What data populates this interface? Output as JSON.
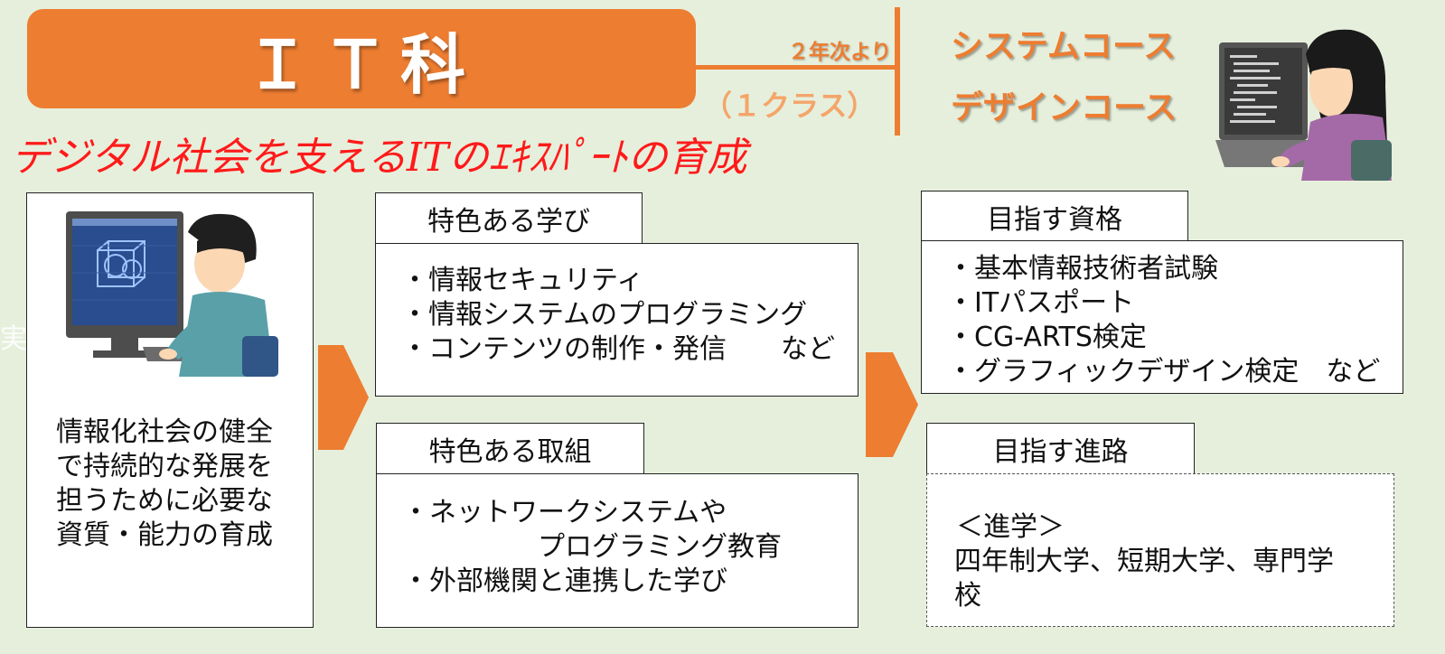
{
  "header": {
    "department_title": "ＩＴ科",
    "year_note": "２年次より",
    "class_count": "（１クラス）",
    "courses": [
      "システムコース",
      "デザインコース"
    ]
  },
  "subtitle": "デジタル社会を支えるITのｴｷｽﾊﾟｰﾄの育成",
  "ghost_text": "実習",
  "left_panel": {
    "description_lines": [
      "情報化社会の健全",
      "で持続的な発展を",
      "担うために必要な",
      "資質・能力の育成"
    ]
  },
  "features_learning": {
    "heading": "特色ある学び",
    "items": [
      "・情報セキュリティ",
      "・情報システムのプログラミング",
      "・コンテンツの制作・発信　　など"
    ]
  },
  "features_initiatives": {
    "heading": "特色ある取組",
    "items": [
      "・ネットワークシステムや",
      "　　　　　プログラミング教育",
      "・外部機関と連携した学び"
    ]
  },
  "target_qualifications": {
    "heading": "目指す資格",
    "items": [
      "・基本情報技術者試験",
      "・ITパスポート",
      "・CG-ARTS検定",
      "・グラフィックデザイン検定　など"
    ]
  },
  "target_career": {
    "heading": "目指す進路",
    "category": "＜進学＞",
    "lines": [
      "四年制大学、短期大学、専門学",
      "校"
    ]
  },
  "colors": {
    "accent": "#ed7d31",
    "background": "#e6efdc",
    "subtitle": "#ff1a1a"
  },
  "illustrations": [
    "student-at-computer-illustration",
    "woman-at-laptop-illustration"
  ]
}
